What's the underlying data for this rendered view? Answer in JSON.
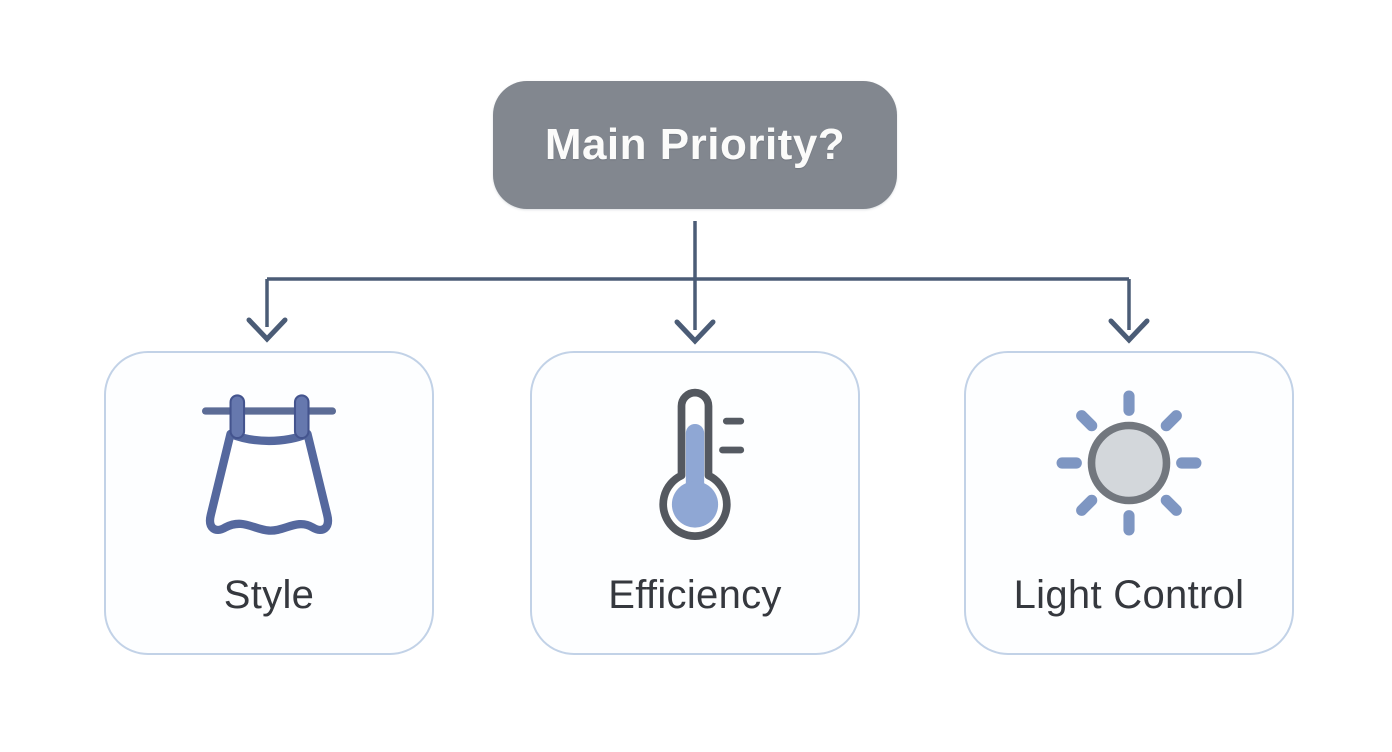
{
  "diagram": {
    "type": "decision-flowchart",
    "root": {
      "label": "Main Priority?"
    },
    "options": [
      {
        "id": "style",
        "label": "Style",
        "icon": "curtain-icon"
      },
      {
        "id": "efficiency",
        "label": "Efficiency",
        "icon": "thermometer-icon"
      },
      {
        "id": "light",
        "label": "Light Control",
        "icon": "sun-icon"
      }
    ],
    "edges": [
      {
        "from": "Main Priority?",
        "to": "Style"
      },
      {
        "from": "Main Priority?",
        "to": "Efficiency"
      },
      {
        "from": "Main Priority?",
        "to": "Light Control"
      }
    ],
    "colors": {
      "root_bg": "#82878f",
      "root_text": "#fbfbfa",
      "connector": "#4b5c76",
      "card_border": "#c2d2e7",
      "card_bg": "#fdfeff",
      "label_text": "#35383e",
      "icon_blue_stroke": "#55689e",
      "icon_blue_fill": "#6678ae",
      "mercury_blue": "#8fa7d4",
      "thermometer_outline": "#54585f",
      "sun_ring": "#72777e",
      "sun_fill": "#d3d7db",
      "sun_ray": "#7e96c2"
    }
  }
}
